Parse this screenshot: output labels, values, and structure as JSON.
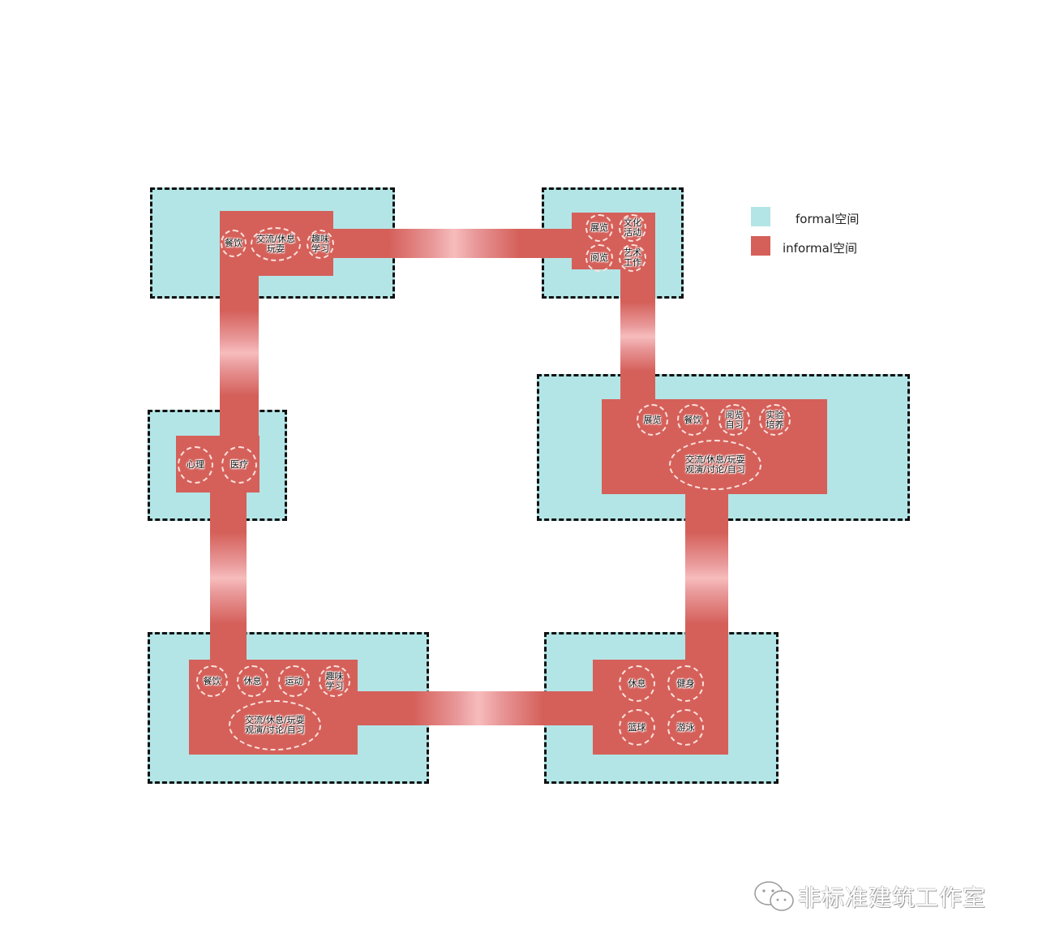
{
  "legend": {
    "items": [
      {
        "label": "formal空间",
        "color": "#b3e5e6"
      },
      {
        "label": "informal空间",
        "color": "#d5605a"
      }
    ]
  },
  "colors": {
    "formal": "#b3e5e6",
    "informal": "#d5605a",
    "corridor_highlight": "#f7bcbc",
    "border": "#111111"
  },
  "zones": {
    "top_left": {
      "bubbles": [
        "餐饮",
        "交流/休息\n玩耍",
        "趣味\n学习"
      ]
    },
    "top_right": {
      "bubbles": [
        "展览",
        "文化\n活动",
        "阅览",
        "艺术\n工作"
      ]
    },
    "middle_left": {
      "bubbles": [
        "心理",
        "医疗"
      ]
    },
    "middle_right": {
      "bubbles": [
        "展览",
        "餐饮",
        "阅览\n自习",
        "实验\n培养",
        "交流/休息/玩耍\n观演/讨论/自习"
      ]
    },
    "bottom_left": {
      "bubbles": [
        "餐饮",
        "休息",
        "运动",
        "趣味\n学习",
        "交流/休息/玩耍\n观演/讨论/自习"
      ]
    },
    "bottom_right": {
      "bubbles": [
        "休息",
        "健身",
        "篮球",
        "游泳"
      ]
    }
  },
  "watermark": {
    "icon": "wechat-icon",
    "text": "非标准建筑工作室"
  }
}
